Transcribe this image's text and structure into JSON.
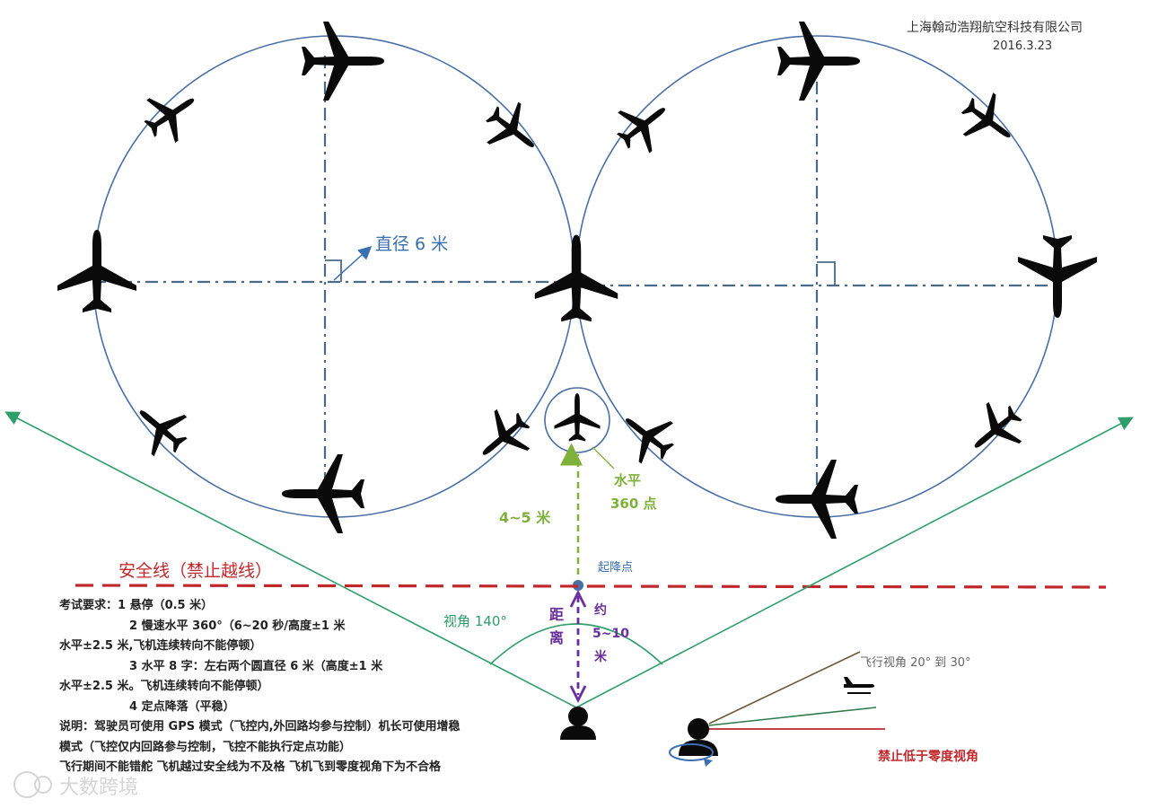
{
  "header": {
    "company": "上海翰动浩翔航空科技有限公司",
    "date": "2016.3.23"
  },
  "labels": {
    "diameter": "直径 6 米",
    "hover_point_line1": "水平",
    "hover_point_line2": "360 点",
    "height_range": "4~5 米",
    "takeoff_point": "起降点",
    "safety_line": "安全线（禁止越线）",
    "view_angle": "视角 140°",
    "distance_char1": "距",
    "distance_char2": "离",
    "about_line1": "约",
    "about_line2": "5~10",
    "about_line3": "米",
    "flight_view_angle": "飞行视角 20° 到 30°",
    "no_below_zero": "禁止低于零度视角"
  },
  "notes": {
    "line1": "考试要求：1 悬停（0.5 米）",
    "line2": "2 慢速水平 360°（6~20 秒/高度±1 米",
    "line3": "水平±2.5 米,飞机连续转向不能停顿）",
    "line4": "3 水平 8 字：左右两个圆直径 6 米（高度±1 米",
    "line5": "水平±2.5 米。飞机连续转向不能停顿）",
    "line6": "4 定点降落（平稳）",
    "line7": "说明：驾驶员可使用 GPS 模式（飞控内,外回路均参与控制）机长可使用增稳",
    "line8": "模式（飞控仅内回路参与控制，飞控不能执行定点功能）",
    "line9": "飞行期间不能错舵 飞机越过安全线为不及格 飞机飞到零度视角下为不合格"
  },
  "watermark": "大数跨境",
  "colors": {
    "circle": "#4a6fa5",
    "axis_dash": "#4a6a8a",
    "safety_red": "#c0282b",
    "view_green": "#2e9e6a",
    "yellow_green": "#7fb03a",
    "purple": "#6a2e9e",
    "label_blue": "#3a6fb0",
    "aircraft": "#0a0a0a"
  }
}
